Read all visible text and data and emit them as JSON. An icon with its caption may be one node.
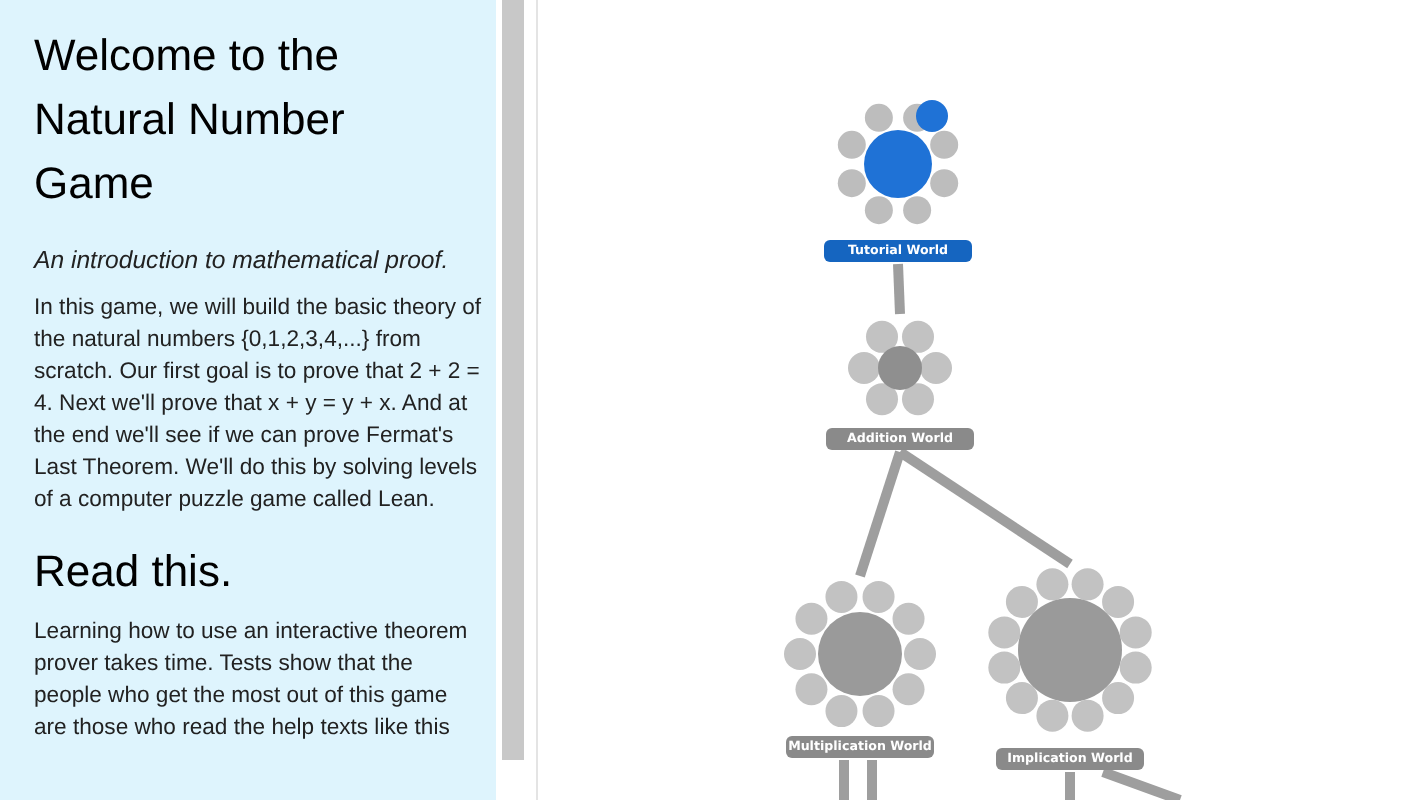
{
  "diagram": {
    "title": "Welcome to the Natural Number Game",
    "nodes": [
      {
        "text": [
          "Tutorial World"
        ]
      },
      {
        "text": [
          "Addition World"
        ]
      },
      {
        "text": [
          "Multiplication World"
        ]
      },
      {
        "text": [
          "Implication World"
        ]
      }
    ],
    "edges": [
      {
        "from": 0,
        "to": 1,
        "arrow": "none"
      },
      {
        "from": 1,
        "to": 2,
        "arrow": "none"
      },
      {
        "from": 1,
        "to": 3,
        "arrow": "none"
      },
      {
        "from": 2,
        "to": null,
        "arrow": "none"
      },
      {
        "from": 2,
        "to": null,
        "arrow": "none"
      },
      {
        "from": 3,
        "to": null,
        "arrow": "none"
      },
      {
        "from": 3,
        "to": null,
        "arrow": "none"
      }
    ],
    "labels": [
      "An introduction to mathematical proof.",
      "In this game, we will build the basic theory of the natural numbers {0,1,2,3,4,...} from scratch. Our first goal is to prove that 2 + 2 = 4. Next we'll prove that x + y = y + x. And at the end we'll see if we can prove Fermat's Last Theorem. We'll do this by solving levels of a computer puzzle game called Lean.",
      "Read this.",
      "Learning how to use an interactive theorem prover takes time. Tests show that the people who get the most out of this game are those who read the help texts like this"
    ]
  }
}
